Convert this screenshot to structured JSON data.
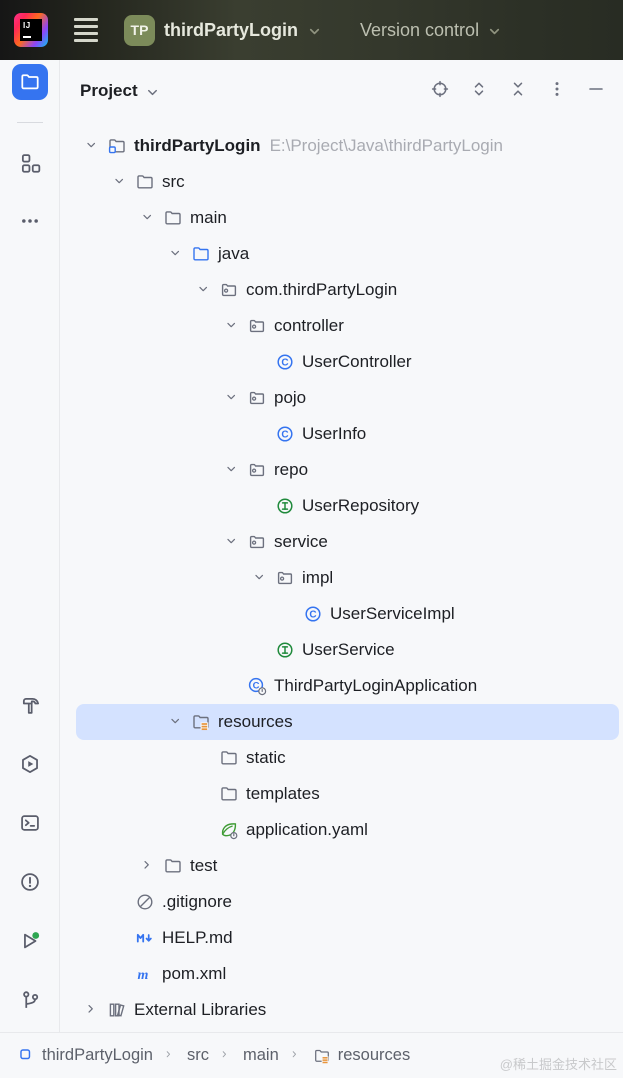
{
  "colors": {
    "accent": "#3574F0",
    "selection": "#D4E2FF",
    "class_blue": "#3574F0",
    "interface_green": "#208A3C",
    "resources_orange": "#E8953C",
    "spring_green": "#3F9C35",
    "run_green": "#2EA651"
  },
  "top_bar": {
    "logo_text": "IJ",
    "project_badge": "TP",
    "project_name": "thirdPartyLogin",
    "vcs_label": "Version control"
  },
  "stripe": {
    "top": [
      {
        "name": "project",
        "icon": "project-folder",
        "active": true
      },
      {
        "name": "structure",
        "icon": "structure"
      },
      {
        "name": "more-tool-windows",
        "icon": "more-horizontal"
      }
    ],
    "bottom": [
      {
        "name": "build",
        "icon": "hammer"
      },
      {
        "name": "services",
        "icon": "services"
      },
      {
        "name": "terminal",
        "icon": "terminal"
      },
      {
        "name": "problems",
        "icon": "problems"
      },
      {
        "name": "run",
        "icon": "run"
      },
      {
        "name": "version-control",
        "icon": "git-branch"
      }
    ]
  },
  "panel_header": {
    "title": "Project",
    "actions": [
      {
        "name": "select-opened-file",
        "icon": "locate"
      },
      {
        "name": "expand-all",
        "icon": "expand-all"
      },
      {
        "name": "collapse-all",
        "icon": "collapse-all"
      },
      {
        "name": "more-options",
        "icon": "kebab"
      },
      {
        "name": "hide-panel",
        "icon": "minus"
      }
    ]
  },
  "tree": {
    "rows": [
      {
        "level": 0,
        "twisty": "open",
        "icon": "project-root-folder",
        "label": "thirdPartyLogin",
        "bold": true,
        "extra": "E:\\Project\\Java\\thirdPartyLogin"
      },
      {
        "level": 1,
        "twisty": "open",
        "icon": "folder",
        "label": "src"
      },
      {
        "level": 2,
        "twisty": "open",
        "icon": "folder",
        "label": "main"
      },
      {
        "level": 3,
        "twisty": "open",
        "icon": "folder-sources",
        "label": "java"
      },
      {
        "level": 4,
        "twisty": "open",
        "icon": "package",
        "label": "com.thirdPartyLogin"
      },
      {
        "level": 5,
        "twisty": "open",
        "icon": "package",
        "label": "controller"
      },
      {
        "level": 6,
        "twisty": null,
        "icon": "class",
        "label": "UserController"
      },
      {
        "level": 5,
        "twisty": "open",
        "icon": "package",
        "label": "pojo"
      },
      {
        "level": 6,
        "twisty": null,
        "icon": "class",
        "label": "UserInfo"
      },
      {
        "level": 5,
        "twisty": "open",
        "icon": "package",
        "label": "repo"
      },
      {
        "level": 6,
        "twisty": null,
        "icon": "interface",
        "label": "UserRepository"
      },
      {
        "level": 5,
        "twisty": "open",
        "icon": "package",
        "label": "service"
      },
      {
        "level": 6,
        "twisty": "open",
        "icon": "package",
        "label": "impl"
      },
      {
        "level": 7,
        "twisty": null,
        "icon": "class",
        "label": "UserServiceImpl"
      },
      {
        "level": 6,
        "twisty": null,
        "icon": "interface",
        "label": "UserService"
      },
      {
        "level": 5,
        "twisty": null,
        "icon": "class-run",
        "label": "ThirdPartyLoginApplication"
      },
      {
        "level": 3,
        "twisty": "open",
        "icon": "resources-folder",
        "label": "resources",
        "selected": true
      },
      {
        "level": 4,
        "twisty": null,
        "icon": "folder",
        "label": "static"
      },
      {
        "level": 4,
        "twisty": null,
        "icon": "folder",
        "label": "templates"
      },
      {
        "level": 4,
        "twisty": null,
        "icon": "spring-config",
        "label": "application.yaml"
      },
      {
        "level": 2,
        "twisty": "closed",
        "icon": "folder",
        "label": "test"
      },
      {
        "level": 1,
        "twisty": null,
        "icon": "ignored",
        "label": ".gitignore"
      },
      {
        "level": 1,
        "twisty": null,
        "icon": "markdown",
        "label": "HELP.md"
      },
      {
        "level": 1,
        "twisty": null,
        "icon": "maven",
        "label": "pom.xml"
      },
      {
        "level": 0,
        "twisty": "closed",
        "icon": "library",
        "label": "External Libraries"
      }
    ]
  },
  "breadcrumbs": {
    "items": [
      {
        "icon": "project-square",
        "label": "thirdPartyLogin"
      },
      {
        "icon": null,
        "label": "src"
      },
      {
        "icon": null,
        "label": "main"
      },
      {
        "icon": "resources-folder",
        "label": "resources"
      }
    ]
  },
  "watermark": "@稀土掘金技术社区"
}
